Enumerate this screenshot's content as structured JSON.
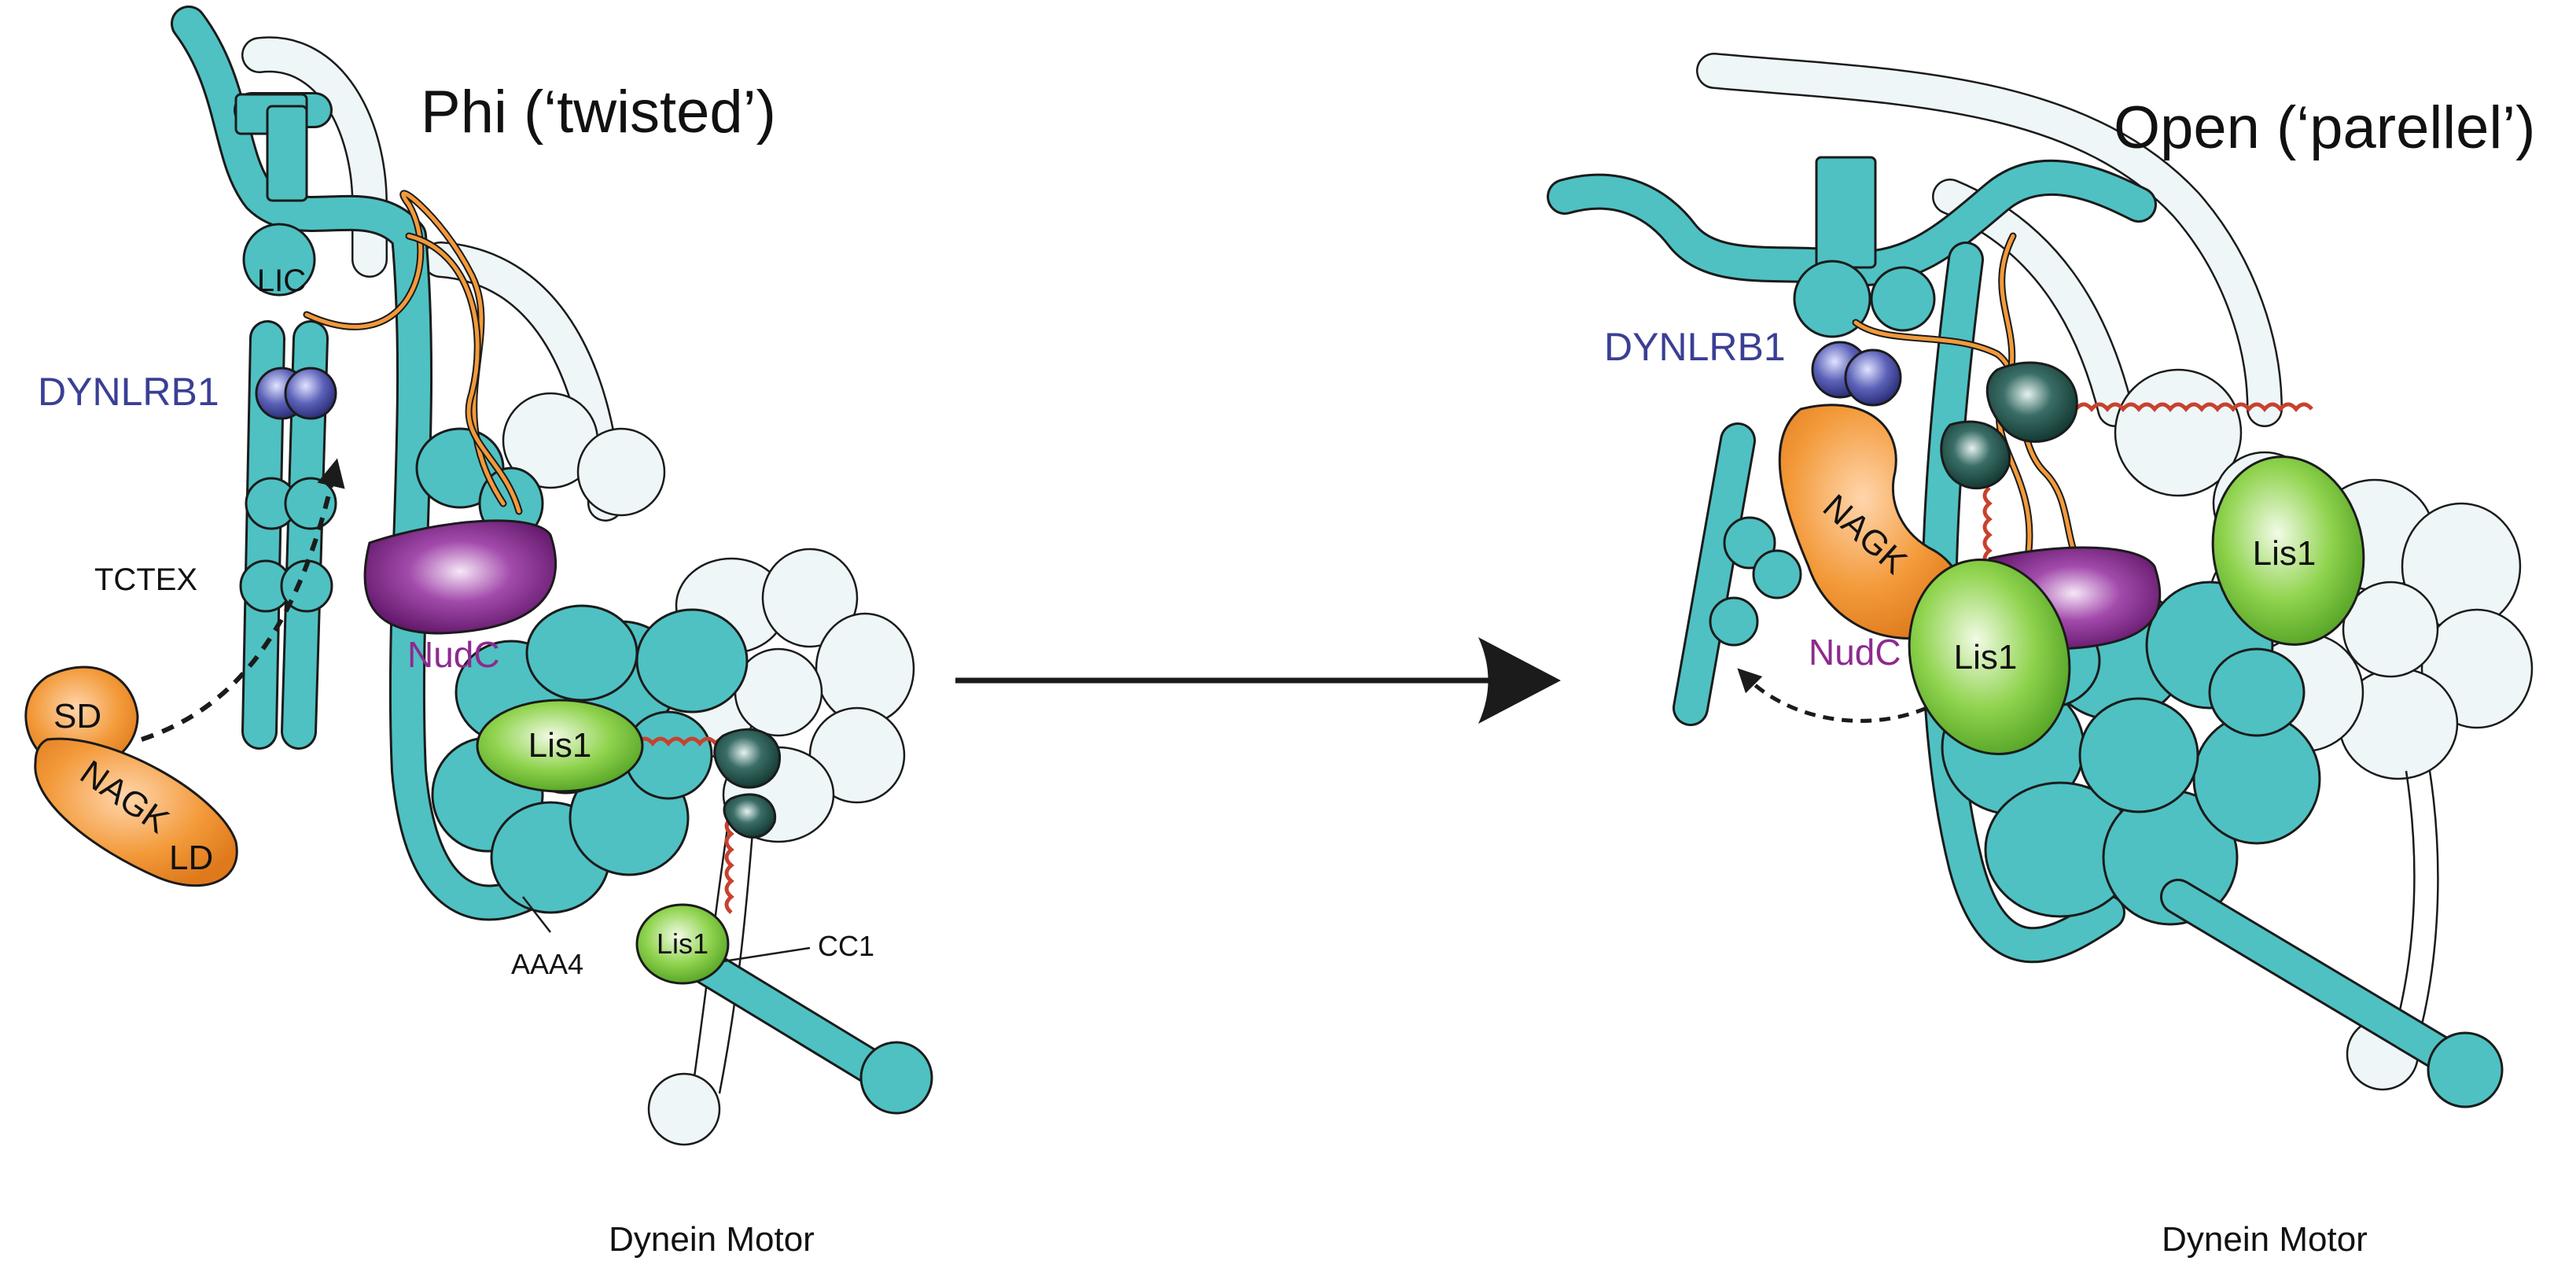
{
  "left_panel": {
    "title": "Phi (‘twisted’)",
    "caption": "Dynein Motor",
    "labels": {
      "lic": "LIC",
      "dynlrb1": "DYNLRB1",
      "tctex": "TCTEX",
      "sd": "SD",
      "nagk": "NAGK",
      "ld": "LD",
      "nudc": "NudC",
      "lis1_a": "Lis1",
      "lis1_b": "Lis1",
      "aaa4": "AAA4",
      "cc1": "CC1"
    }
  },
  "right_panel": {
    "title": "Open (‘parellel’)",
    "caption": "Dynein Motor",
    "labels": {
      "dynlrb1": "DYNLRB1",
      "nagk": "NAGK",
      "nudc": "NudC",
      "lis1_a": "Lis1",
      "lis1_b": "Lis1"
    }
  },
  "colors": {
    "dynein_teal": "#4fc1c2",
    "partner_dynein": "#eef6f7",
    "nagk_orange": "#f39a3a",
    "nudc_purple": "#7b1f86",
    "lis1_green": "#7ccb3a",
    "dynlrb1_blue": "#4a4fa8",
    "dark_knob": "#1e4a44",
    "coil_red": "#c8412e"
  }
}
